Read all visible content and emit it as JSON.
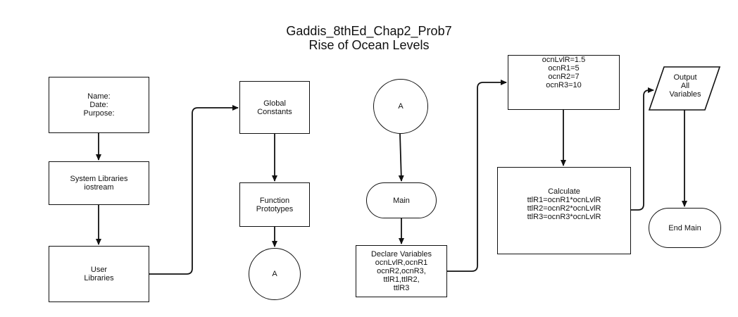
{
  "diagram": {
    "title_line1": "Gaddis_8thEd_Chap2_Prob7",
    "title_line2": "Rise of Ocean Levels",
    "nodes": {
      "header": [
        "Name:",
        "Date:",
        "Purpose:"
      ],
      "system_libraries": [
        "System Libraries",
        "iostream"
      ],
      "user_libraries": [
        "User",
        "Libraries"
      ],
      "global_constants": [
        "Global",
        "Constants"
      ],
      "function_prototypes": [
        "Function",
        "Prototypes"
      ],
      "connector_a_out": "A",
      "connector_a_in": "A",
      "main": "Main",
      "declare_variables": [
        "Declare Variables",
        "ocnLvlR,ocnR1",
        "ocnR2,ocnR3,",
        "ttlR1,ttlR2,",
        "ttlR3"
      ],
      "initialize": [
        "ocnLvlR=1.5",
        "ocnR1=5",
        "ocnR2=7",
        "ocnR3=10"
      ],
      "calculate": [
        "Calculate",
        "ttlR1=ocnR1*ocnLvlR",
        "ttlR2=ocnR2*ocnLvlR",
        "ttlR3=ocnR3*ocnLvlR"
      ],
      "output": [
        "Output",
        "All",
        "Variables"
      ],
      "end_main": "End Main"
    }
  }
}
